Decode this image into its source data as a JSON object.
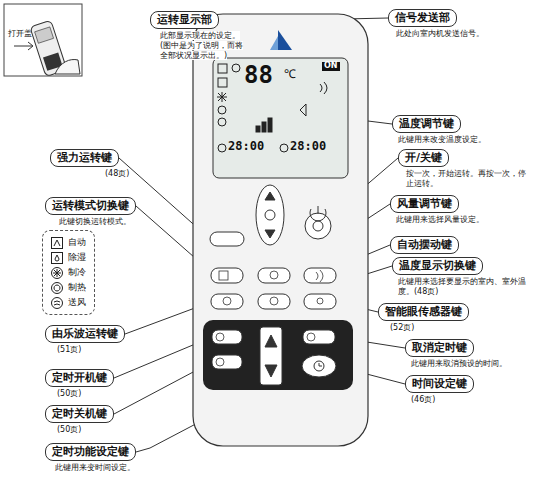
{
  "diagram": {
    "nodes": [
      {
        "text": [
          "运转显示部",
          "此部显示现在的设定。(图中是为了说明，而将全部状况显示出。)"
        ]
      },
      {
        "text": [
          "信号发送部",
          "此处向室内机发送信号。"
        ]
      },
      {
        "text": [
          "温度调节键",
          "此键用来改变温度设定。"
        ]
      },
      {
        "text": [
          "开/关键",
          "按一次，开始运转。再按一次，停止运转。"
        ]
      },
      {
        "text": [
          "强力运转键",
          "(48页)"
        ]
      },
      {
        "text": [
          "风量调节键",
          "此键用来选择风量设定。"
        ]
      },
      {
        "text": [
          "运转模式切换键",
          "此键切换运转模式。"
        ]
      },
      {
        "text": [
          "自动",
          "除湿",
          "制冷",
          "制热",
          "送风"
        ]
      },
      {
        "text": [
          "自动摆动键"
        ]
      },
      {
        "text": [
          "温度显示切换键",
          "此键用来选择要显示的室内、室外温度。(48页)"
        ]
      },
      {
        "text": [
          "由乐波运转键",
          "(51页)"
        ]
      },
      {
        "text": [
          "智能眼传感器键",
          "(52页)"
        ]
      },
      {
        "text": [
          "定时开机键",
          "(50页)"
        ]
      },
      {
        "text": [
          "取消定时键",
          "此键用来取消预设的时间。"
        ]
      },
      {
        "text": [
          "定时关机键",
          "(50页)"
        ]
      },
      {
        "text": [
          "时间设定键",
          "(46页)"
        ]
      },
      {
        "text": [
          "定时功能设定键",
          "此键用来变时间设定。"
        ]
      }
    ],
    "labels": [
      "打开盖",
      "88",
      "℃",
      "ON",
      "28:00",
      "28:00"
    ]
  }
}
